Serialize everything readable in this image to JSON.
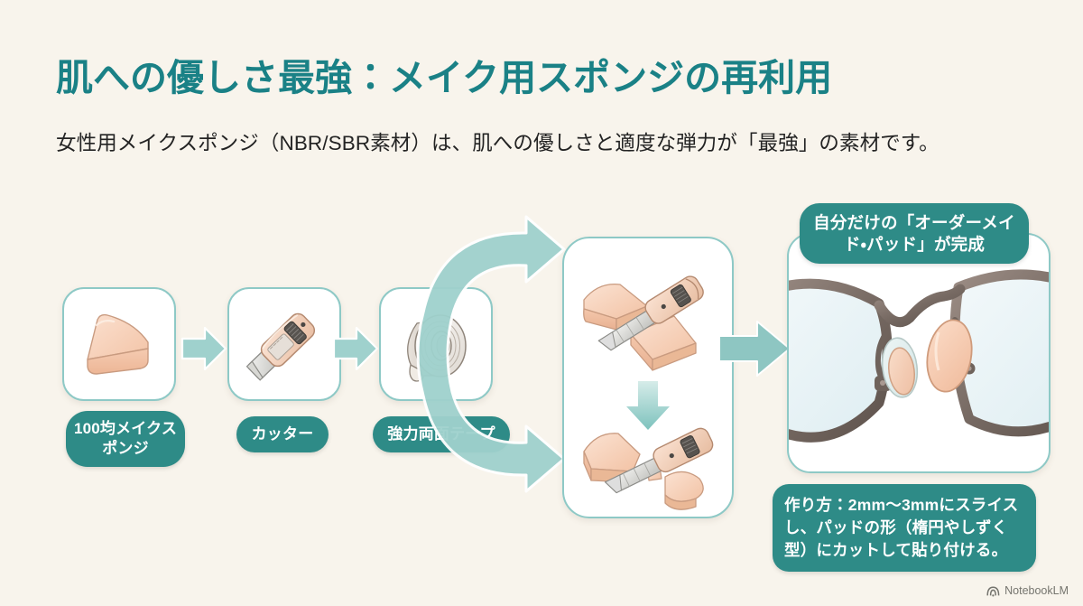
{
  "page": {
    "background_color": "#f8f4ec",
    "accent_color": "#2e8b87",
    "title_color": "#1a8186",
    "card_border_color": "#8ec9c6",
    "sponge_color": "#f6cdb3"
  },
  "header": {
    "title": "肌への優しさ最強：メイク用スポンジの再利用",
    "subtitle": "女性用メイクスポンジ（NBR/SBR素材）は、肌への優しさと適度な弾力が「最強」の素材です。"
  },
  "materials": [
    {
      "id": "sponge",
      "label": "100均メイクスポンジ",
      "icon": "makeup-sponge-icon"
    },
    {
      "id": "cutter",
      "label": "カッター",
      "icon": "box-cutter-icon"
    },
    {
      "id": "tape",
      "label": "強力両面テープ",
      "icon": "tape-roll-icon"
    }
  ],
  "process": {
    "cut_card_icon": "sponge-cutting-steps-icon",
    "down_arrow_icon": "arrow-down-icon",
    "bracket_arrow_icon": "curved-bracket-arrow-icon",
    "step_arrow_icon": "arrow-right-icon"
  },
  "result": {
    "badge": "自分だけの「オーダーメイド・パッド」が完成",
    "illustration_icon": "eyeglasses-nose-pad-icon",
    "howto": "作り方：2mm〜3mmにスライスし、パッドの形（楕円やしずく型）にカットして貼り付ける。"
  },
  "footer": {
    "watermark": "NotebookLM",
    "watermark_icon": "notebooklm-logo-icon"
  }
}
